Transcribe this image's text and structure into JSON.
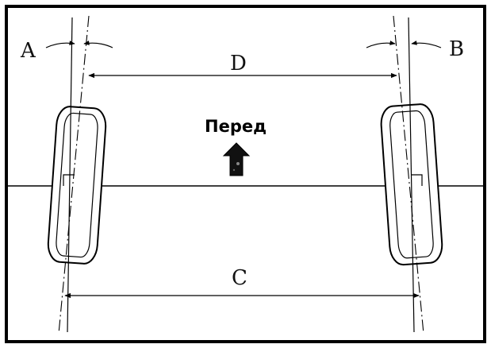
{
  "diagram": {
    "labels": {
      "a": "A",
      "b": "B",
      "c": "C",
      "d": "D",
      "front": "Перед"
    },
    "colors": {
      "line": "#000000",
      "background": "#ffffff",
      "arrow": "#111111"
    },
    "icons": {
      "direction": "up-arrow-icon"
    }
  }
}
